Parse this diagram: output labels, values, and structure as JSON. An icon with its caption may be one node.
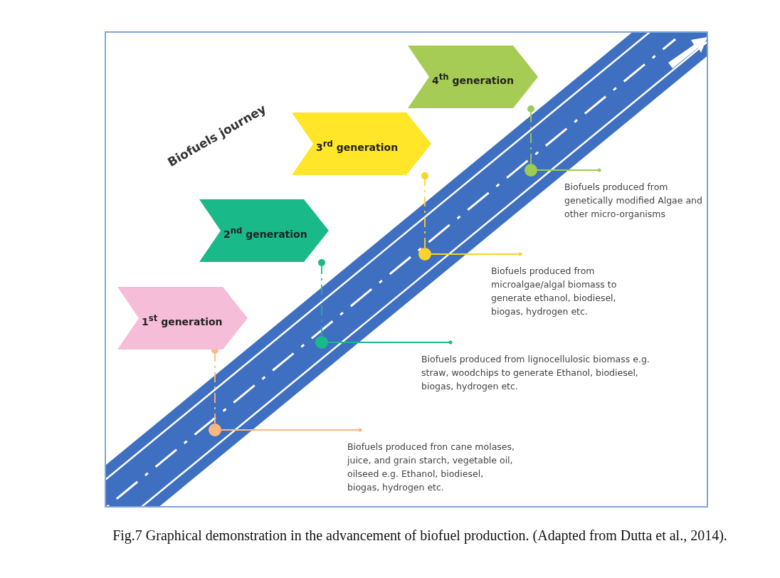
{
  "diagram": {
    "caption": "Fig.7 Graphical demonstration in the advancement of biofuel production. (Adapted from Dutta et al., 2014).",
    "nodes": [
      {
        "text": [
          "1$^{st}$ generation"
        ]
      },
      {
        "text": [
          "2$^{nd}$ generation"
        ]
      },
      {
        "text": [
          "3$^{rd}$ generation"
        ]
      },
      {
        "text": [
          "4$^{th}$ generation"
        ]
      },
      {
        "text": [],
        "shape": "circle"
      },
      {
        "text": [],
        "shape": "circle"
      },
      {
        "text": [],
        "shape": "circle"
      },
      {
        "text": [],
        "shape": "circle"
      },
      {
        "text": [
          "Biofuels produced fron cane molases, juice, and grain starch, vegetable oil, oilseed e.g. Ethanol, biodiesel, biogas, hydrogen etc."
        ]
      },
      {
        "text": [
          "Biofuels produced from lignocellulosic biomass e.g. straw, woodchips to generate Ethanol,  biodiesel, biogas, hydrogen etc."
        ]
      },
      {
        "text": [
          "Biofuels produced from microalgae/algal biomass  to generate ethanol,  biodiesel, biogas, hydrogen etc."
        ]
      },
      {
        "text": [
          "Biofuels produced from genetically modified Algae and other micro-organisms"
        ]
      }
    ],
    "edges": [
      {
        "from": 4,
        "to": 8,
        "arrow": "other",
        "color": "#fdb77e"
      },
      {
        "from": 4,
        "to": 0,
        "arrow": "other",
        "style": "dashed",
        "color": "#fdb77e"
      },
      {
        "from": 5,
        "to": 9,
        "arrow": "other",
        "color": "#19b98a"
      },
      {
        "from": 5,
        "to": 1,
        "arrow": "other",
        "style": "dashed",
        "color": "#19b98a"
      },
      {
        "from": 6,
        "to": 10,
        "arrow": "other",
        "color": "#fdd22a"
      },
      {
        "from": 6,
        "to": 2,
        "arrow": "other",
        "style": "dashed",
        "color": "#fdd22a"
      },
      {
        "from": 7,
        "to": 11,
        "arrow": "other",
        "color": "#9ccb5a"
      },
      {
        "from": 7,
        "to": 3,
        "arrow": "other",
        "style": "dashed",
        "color": "#9ccb5a"
      }
    ],
    "labels": [
      "Biofuels journey"
    ]
  }
}
